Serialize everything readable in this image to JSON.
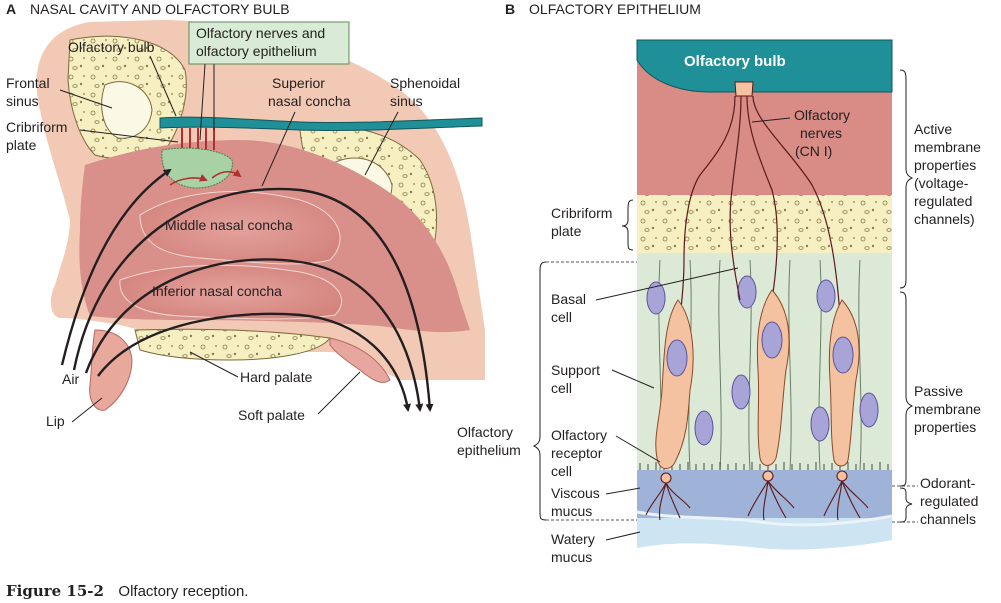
{
  "panel_a": {
    "letter": "A",
    "title": "NASAL CAVITY AND OLFACTORY BULB",
    "labels": {
      "olfactory_bulb": "Olfactory bulb",
      "nerves_epithelium": [
        "Olfactory nerves and",
        "olfactory epithelium"
      ],
      "frontal_sinus": [
        "Frontal",
        "sinus"
      ],
      "cribriform_plate": [
        "Cribriform",
        "plate"
      ],
      "superior_concha": [
        "Superior",
        "nasal concha"
      ],
      "sphenoidal_sinus": [
        "Sphenoidal",
        "sinus"
      ],
      "middle_concha": "Middle nasal concha",
      "inferior_concha": "Inferior nasal concha",
      "air": "Air",
      "lip": "Lip",
      "hard_palate": "Hard palate",
      "soft_palate": "Soft palate"
    }
  },
  "panel_b": {
    "letter": "B",
    "title": "OLFACTORY EPITHELIUM",
    "bulb": "Olfactory bulb",
    "labels": {
      "olfactory_nerves": [
        "Olfactory",
        "nerves",
        "(CN I)"
      ],
      "cribriform_plate": [
        "Cribriform",
        "plate"
      ],
      "basal_cell": [
        "Basal",
        "cell"
      ],
      "support_cell": [
        "Support",
        "cell"
      ],
      "olfactory_epithelium": [
        "Olfactory",
        "epithelium"
      ],
      "receptor_cell": [
        "Olfactory",
        "receptor",
        "cell"
      ],
      "viscous_mucus": [
        "Viscous",
        "mucus"
      ],
      "watery_mucus": [
        "Watery",
        "mucus"
      ],
      "active_props": [
        "Active",
        "membrane",
        "properties",
        "(voltage-",
        "regulated",
        "channels)"
      ],
      "passive_props": [
        "Passive",
        "membrane",
        "properties"
      ],
      "odorant_channels": [
        "Odorant-",
        "regulated",
        "channels"
      ]
    }
  },
  "caption": {
    "label": "Figure 15-2",
    "text": "Olfactory reception."
  },
  "colors": {
    "bulb_teal": "#1f8f98",
    "tissue_pink": "#d98c86",
    "bone_cream": "#f6efc2",
    "epithelium_green": "#dce9d6",
    "receptor_peach": "#f4c2a0",
    "nucleus_purple": "#a9a4d8",
    "viscous_blue": "#9fb3d8",
    "watery_blue": "#cde4f2"
  }
}
